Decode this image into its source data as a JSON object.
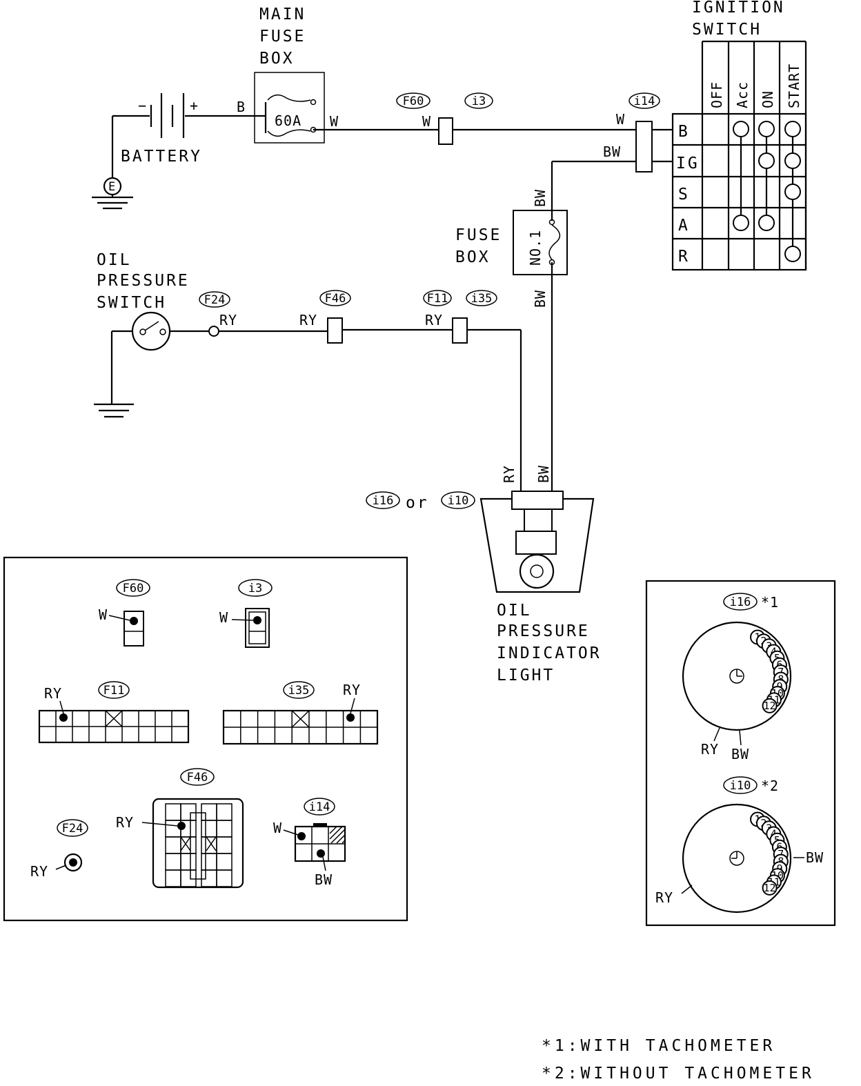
{
  "components": {
    "main_fuse_box": [
      "MAIN",
      "FUSE",
      "BOX"
    ],
    "main_fuse_rating": "60A",
    "battery": "BATTERY",
    "battery_minus": "−",
    "battery_plus": "+",
    "ground_e": "E",
    "ignition_switch": [
      "IGNITION",
      "SWITCH"
    ],
    "fuse_box": [
      "FUSE",
      "BOX"
    ],
    "fuse_no1": "NO.1",
    "oil_pressure_switch": [
      "OIL",
      "PRESSURE",
      "SWITCH"
    ],
    "oil_pressure_light": [
      "OIL",
      "PRESSURE",
      "INDICATOR",
      "LIGHT"
    ],
    "or_text": "or"
  },
  "ignition_table": {
    "positions": [
      "OFF",
      "Acc",
      "ON",
      "START"
    ],
    "terminals": [
      "B",
      "IG",
      "S",
      "A",
      "R"
    ]
  },
  "wires": {
    "B": "B",
    "W": "W",
    "BW": "BW",
    "RY": "RY"
  },
  "connectors": {
    "F60": "F60",
    "i3": "i3",
    "i14": "i14",
    "F24": "F24",
    "F46": "F46",
    "F11": "F11",
    "i35": "i35",
    "i16": "i16",
    "i10": "i10"
  },
  "meter_connectors": {
    "i16_label": "*1",
    "i10_label": "*2",
    "pins": [
      "1",
      "2",
      "3",
      "4",
      "5",
      "6",
      "7",
      "8",
      "9",
      "10",
      "11",
      "12"
    ]
  },
  "notes": [
    "*1:WITH TACHOMETER",
    "*2:WITHOUT TACHOMETER"
  ]
}
